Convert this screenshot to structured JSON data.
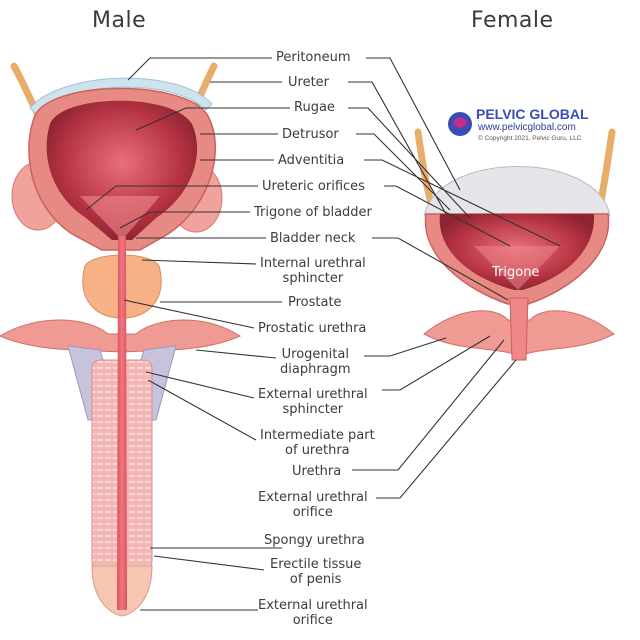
{
  "headings": {
    "male": "Male",
    "female": "Female"
  },
  "logo": {
    "name": "PELVIC GLOBAL",
    "url": "www.pelvicglobal.com",
    "copyright": "© Copyright 2021, Pelvic Guru, LLC",
    "colors": {
      "brand": "#3a4db2",
      "accent": "#c22d8e"
    }
  },
  "labels": {
    "peritoneum": "Peritoneum",
    "ureter": "Ureter",
    "rugae": "Rugae",
    "detrusor": "Detrusor",
    "adventitia": "Adventitia",
    "ureteric_orifices": "Ureteric orifices",
    "trigone_of_bladder": "Trigone of bladder",
    "bladder_neck": "Bladder neck",
    "internal_urethral_sphincter": [
      "Internal urethral",
      "sphincter"
    ],
    "prostate": "Prostate",
    "prostatic_urethra": "Prostatic urethra",
    "urogenital_diaphragm": [
      "Urogenital",
      "diaphragm"
    ],
    "external_urethral_sphincter": [
      "External urethral",
      "sphincter"
    ],
    "intermediate_urethra": [
      "Intermediate part",
      "of urethra"
    ],
    "urethra": "Urethra",
    "external_urethral_orifice_female": [
      "External urethral",
      "orifice"
    ],
    "spongy_urethra": "Spongy urethra",
    "erectile_tissue": [
      "Erectile tissue",
      "of penis"
    ],
    "external_urethral_orifice_male": [
      "External urethral",
      "orifice"
    ],
    "trigone": "Trigone"
  },
  "colors": {
    "muscle": "#e88a84",
    "lumen": "#c4414b",
    "lumen_light": "#f3a9a2",
    "prostate": "#f6b186",
    "ureter": "#e8ad6b",
    "peritoneum": "#cfe3ee",
    "erectile": "#c8c3dc",
    "leader": "#333333"
  }
}
